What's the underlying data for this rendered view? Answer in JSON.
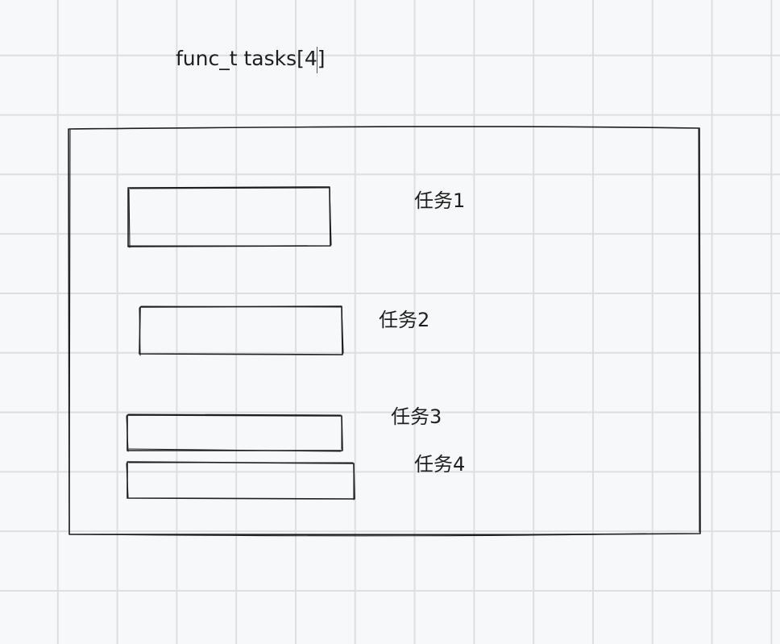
{
  "canvas": {
    "background": "#f7f8fa",
    "grid_color": "#dcdee2",
    "stroke_color": "#1e1e1e",
    "grid": true
  },
  "title": "func_t tasks[4]",
  "tasks": [
    {
      "label": "任务1"
    },
    {
      "label": "任务2"
    },
    {
      "label": "任务3"
    },
    {
      "label": "任务4"
    }
  ]
}
